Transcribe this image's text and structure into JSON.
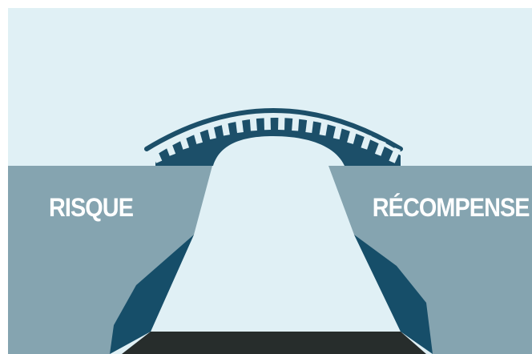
{
  "labels": {
    "left": "RISQUE",
    "right": "RÉCOMPENSE"
  },
  "colors": {
    "sky": "#e0f0f5",
    "cliff": "#85a4b0",
    "cliff_shadow": "#164e69",
    "bridge": "#1c4f69",
    "ground": "#272d2c",
    "label_text": "#ffffff"
  },
  "bridge_railing_slats": 18
}
